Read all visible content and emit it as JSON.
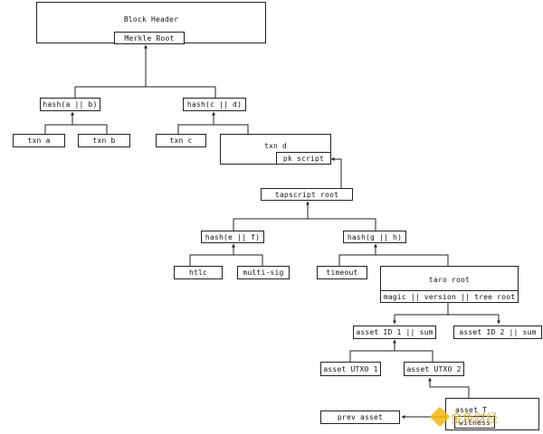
{
  "nodes": {
    "block_header": "Block Header",
    "merkle_root": "Merkle Root",
    "hash_ab": "hash(a || b)",
    "hash_cd": "hash(c || d)",
    "txn_a": "txn a",
    "txn_b": "txn b",
    "txn_c": "txn c",
    "txn_d": "txn d",
    "pk_script": "pk script",
    "tapscript_root": "tapscript root",
    "hash_ef": "hash(e || f)",
    "hash_gh": "hash(g || h)",
    "htlc": "htlc",
    "multi_sig": "multi-sig",
    "timeout": "timeout",
    "taro_root": "taro root",
    "taro_root_sub": "magic || version || tree root",
    "asset_id_1": "asset ID 1 || sum",
    "asset_id_2": "asset ID 2 || sum",
    "asset_utxo_1": "asset UTXO 1",
    "asset_utxo_2": "asset UTXO 2",
    "asset_t": "asset T",
    "witness": "witness",
    "prev_asset": "prev asset"
  },
  "watermark": {
    "text": "金色财经",
    "color": "#c9a227"
  },
  "colors": {
    "line": "#222222",
    "background": "#ffffff"
  }
}
